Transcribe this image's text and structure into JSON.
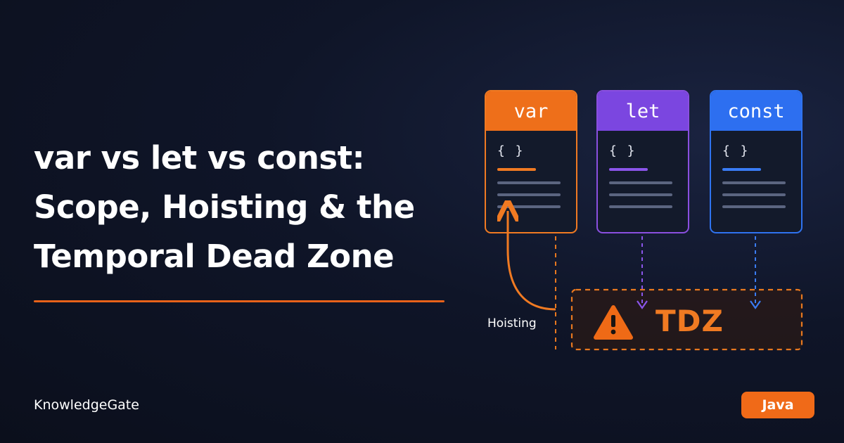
{
  "title": {
    "line1": "var vs let vs const:",
    "line2": "Scope, Hoisting & the",
    "line3": "Temporal Dead Zone"
  },
  "brand": "KnowledgeGate",
  "badge": "Java",
  "cards": [
    {
      "keyword": "var",
      "braces": "{ }",
      "accent_color": "#f07a22"
    },
    {
      "keyword": "let",
      "braces": "{ }",
      "accent_color": "#8b55ea"
    },
    {
      "keyword": "const",
      "braces": "{ }",
      "accent_color": "#3a7cf5"
    }
  ],
  "diagram": {
    "hoisting_label": "Hoisting",
    "tdz_label": "TDZ",
    "tdz_icon": "warning-icon"
  },
  "colors": {
    "background": "#0f1528",
    "orange": "#f07a22",
    "purple": "#8b55ea",
    "blue": "#3a7cf5"
  }
}
